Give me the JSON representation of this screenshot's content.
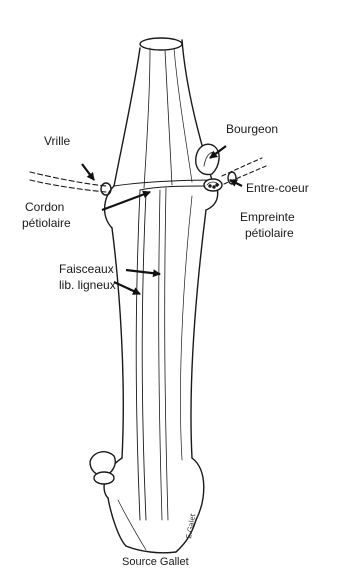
{
  "labels": {
    "vrille": "Vrille",
    "bourgeon": "Bourgeon",
    "cordon_1": "Cordon",
    "cordon_2": "pétiolaire",
    "entre_coeur": "Entre-coeur",
    "empreinte_1": "Empreinte",
    "empreinte_2": "pétiolaire",
    "faisceaux_1": "Faisceaux",
    "faisceaux_2": "lib. ligneux"
  },
  "source": "Source Gallet",
  "signature": "E.Galet",
  "colors": {
    "ink": "#1a1a1a",
    "paper": "#ffffff"
  }
}
